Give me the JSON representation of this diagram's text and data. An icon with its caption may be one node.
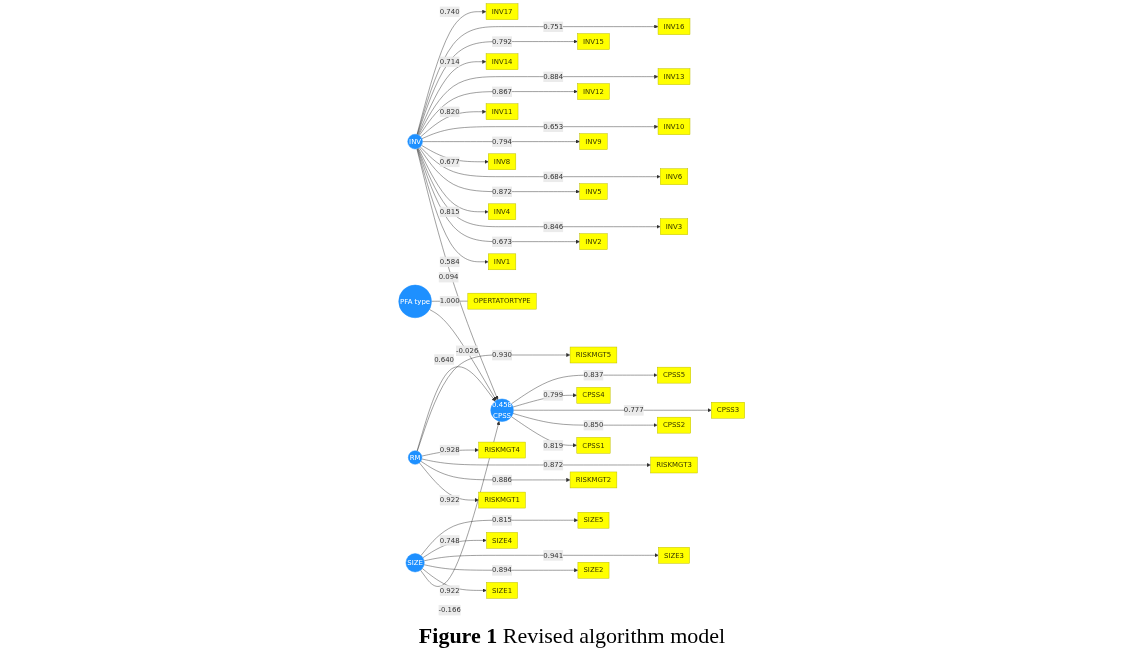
{
  "diagram": {
    "caption": "**Figure 1**  Revised algorithm model",
    "nodes": [
      {
        "text": [
          "INV1"
        ]
      },
      {
        "text": [
          "INV2"
        ]
      },
      {
        "text": [
          "INV3"
        ]
      },
      {
        "text": [
          "INV4"
        ]
      },
      {
        "text": [
          "INV5"
        ]
      },
      {
        "text": [
          "INV6"
        ]
      },
      {
        "text": [
          "INV8"
        ]
      },
      {
        "text": [
          "INV9"
        ]
      },
      {
        "text": [
          "INV10"
        ]
      },
      {
        "text": [
          "INV11"
        ]
      },
      {
        "text": [
          "INV12"
        ]
      },
      {
        "text": [
          "INV13"
        ]
      },
      {
        "text": [
          "INV14"
        ]
      },
      {
        "text": [
          "INV15"
        ]
      },
      {
        "text": [
          "INV16"
        ]
      },
      {
        "text": [
          "INV17"
        ]
      },
      {
        "text": [
          "RISKMGT1"
        ]
      },
      {
        "text": [
          "RISKMGT2"
        ]
      },
      {
        "text": [
          "RISKMGT3"
        ]
      },
      {
        "text": [
          "RISKMGT4"
        ]
      },
      {
        "text": [
          "RISKMGT5"
        ]
      },
      {
        "text": [
          "RM"
        ]
      },
      {
        "text": [
          "INV"
        ]
      },
      {
        "text": [
          "0.458",
          "CPSS"
        ]
      },
      {
        "text": [
          "CPSS1"
        ]
      },
      {
        "text": [
          "CPSS2"
        ]
      },
      {
        "text": [
          "CPSS3"
        ]
      },
      {
        "text": [
          "CPSS4"
        ]
      },
      {
        "text": [
          "CPSS5"
        ]
      },
      {
        "text": [
          "SIZE"
        ]
      },
      {
        "text": [
          "PFA type"
        ]
      },
      {
        "text": [
          "OPERTATORTYPE"
        ]
      },
      {
        "text": [
          "SIZE1"
        ]
      },
      {
        "text": [
          "SIZE2"
        ]
      },
      {
        "text": [
          "SIZE3"
        ]
      },
      {
        "text": [
          "SIZE4"
        ]
      },
      {
        "text": [
          "SIZE5"
        ]
      }
    ],
    "edges": [
      {
        "from": 22,
        "to": 23,
        "arrow": "to",
        "label": "0.094"
      },
      {
        "from": 22,
        "to": 0,
        "arrow": "to",
        "label": "0.584"
      },
      {
        "from": 22,
        "to": 1,
        "arrow": "to",
        "label": "0.673"
      },
      {
        "from": 22,
        "to": 2,
        "arrow": "to",
        "label": "0.846"
      },
      {
        "from": 22,
        "to": 3,
        "arrow": "to",
        "label": "0.815"
      },
      {
        "from": 22,
        "to": 4,
        "arrow": "to",
        "label": "0.872"
      },
      {
        "from": 22,
        "to": 5,
        "arrow": "to",
        "label": "0.684"
      },
      {
        "from": 22,
        "to": 6,
        "arrow": "to",
        "label": "0.677"
      },
      {
        "from": 22,
        "to": 7,
        "arrow": "to",
        "label": "0.794"
      },
      {
        "from": 22,
        "to": 8,
        "arrow": "to",
        "label": "0.653"
      },
      {
        "from": 22,
        "to": 9,
        "arrow": "to",
        "label": "0.820"
      },
      {
        "from": 22,
        "to": 10,
        "arrow": "to",
        "label": "0.867"
      },
      {
        "from": 22,
        "to": 11,
        "arrow": "to",
        "label": "0.884"
      },
      {
        "from": 22,
        "to": 12,
        "arrow": "to",
        "label": "0.714"
      },
      {
        "from": 22,
        "to": 13,
        "arrow": "to",
        "label": "0.792"
      },
      {
        "from": 22,
        "to": 14,
        "arrow": "to",
        "label": "0.751"
      },
      {
        "from": 22,
        "to": 15,
        "arrow": "to",
        "label": "0.740"
      },
      {
        "from": 21,
        "to": 16,
        "arrow": "to",
        "label": "0.922"
      },
      {
        "from": 21,
        "to": 17,
        "arrow": "to",
        "label": "0.886"
      },
      {
        "from": 21,
        "to": 18,
        "arrow": "to",
        "label": "0.872"
      },
      {
        "from": 21,
        "to": 19,
        "arrow": "to",
        "label": "0.928"
      },
      {
        "from": 21,
        "to": 20,
        "arrow": "to",
        "label": "0.930"
      },
      {
        "from": 21,
        "to": 23,
        "arrow": "to",
        "label": "0.640"
      },
      {
        "from": 23,
        "to": 24,
        "arrow": "to",
        "label": "0.819"
      },
      {
        "from": 23,
        "to": 25,
        "arrow": "to",
        "label": "0.850"
      },
      {
        "from": 23,
        "to": 26,
        "arrow": "to",
        "label": "0.777"
      },
      {
        "from": 23,
        "to": 27,
        "arrow": "to",
        "label": "0.799"
      },
      {
        "from": 23,
        "to": 28,
        "arrow": "to",
        "label": "0.837"
      },
      {
        "from": 29,
        "to": 23,
        "arrow": "to",
        "label": "-0.166"
      },
      {
        "from": 30,
        "to": 23,
        "arrow": "to",
        "label": "-0.026"
      },
      {
        "from": 30,
        "to": 31,
        "arrow": "none",
        "label": "1.000"
      },
      {
        "from": 29,
        "to": 32,
        "arrow": "to",
        "label": "0.922"
      },
      {
        "from": 29,
        "to": 33,
        "arrow": "to",
        "label": "0.894"
      },
      {
        "from": 29,
        "to": 34,
        "arrow": "to",
        "label": "0.941"
      },
      {
        "from": 29,
        "to": 35,
        "arrow": "to",
        "label": "0.748"
      },
      {
        "from": 29,
        "to": 36,
        "arrow": "to",
        "label": "0.815"
      }
    ]
  }
}
